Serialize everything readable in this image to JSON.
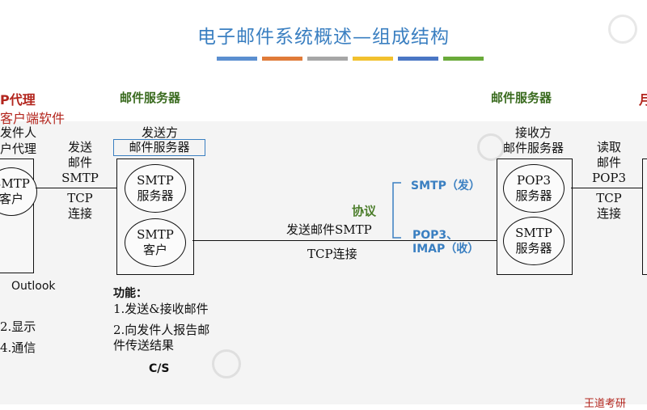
{
  "title": "电子邮件系统概述—组成结构",
  "color_bars": [
    "#5b8fd0",
    "#e07b39",
    "#a6a6a6",
    "#f2c12e",
    "#4a76c4",
    "#6aaa3a"
  ],
  "header_left_fragment": "P代理",
  "header_left_sub": "客户端软件",
  "header_mail_server_left": "邮件服务器",
  "header_mail_server_right": "邮件服务器",
  "header_right_fragment": "月",
  "left_agent": {
    "line1": "发件人",
    "line2": "户代理",
    "circle": [
      "SMTP",
      "客户"
    ],
    "outlook": "Outlook"
  },
  "left_link": [
    "发送",
    "邮件",
    "SMTP",
    "TCP",
    "连接"
  ],
  "sender_server": {
    "label_line1": "发送方",
    "label_line2": "邮件服务器",
    "top_circle": [
      "SMTP",
      "服务器"
    ],
    "bottom_circle": [
      "SMTP",
      "客户"
    ]
  },
  "middle": {
    "protocol": "协议",
    "send_smtp": "发送邮件SMTP",
    "tcp": "TCP连接",
    "smtp_send": "SMTP（发）",
    "pop_imap_line1": "POP3、",
    "pop_imap_line2": "IMAP（收）"
  },
  "receiver_server": {
    "label_line1": "接收方",
    "label_line2": "邮件服务器",
    "top_circle": [
      "POP3",
      "服务器"
    ],
    "bottom_circle": [
      "SMTP",
      "服务器"
    ]
  },
  "right_link": [
    "读取",
    "邮件",
    "POP3",
    "TCP",
    "连接"
  ],
  "functions": {
    "title": "功能：",
    "item1": "1.发送&接收邮件",
    "item2_line1": "2.向发件人报告邮",
    "item2_line2": "件传送结果",
    "cs": "C/S"
  },
  "left_functions": {
    "item2": "2.显示",
    "item4": "4.通信"
  },
  "watermark": "王道考研"
}
